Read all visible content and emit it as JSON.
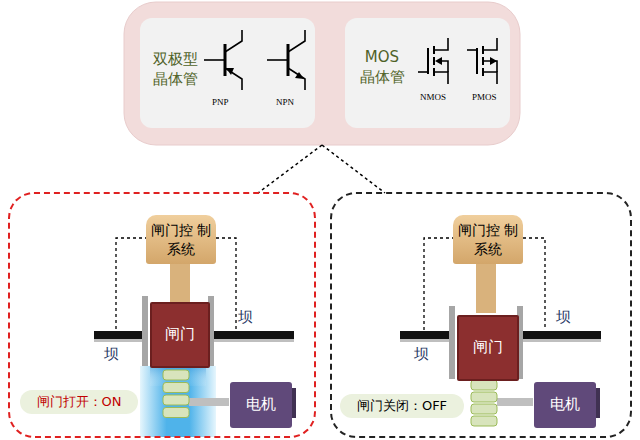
{
  "diagram": {
    "nodes": [
      {
        "text": []
      },
      {
        "text": [
          "双极型 晶体管"
        ],
        "in": 0
      },
      {
        "text": [
          "MOS 晶体管"
        ],
        "in": 0
      },
      {
        "text": []
      },
      {
        "text": [
          "闸门控 制系统"
        ],
        "in": 3
      },
      {
        "text": [
          "闸门"
        ],
        "in": 3
      },
      {
        "text": [
          "电机"
        ],
        "in": 3
      },
      {
        "text": [
          "闸门打开：ON"
        ],
        "in": 3
      },
      {
        "text": []
      },
      {
        "text": [
          "闸门控 制系统"
        ],
        "in": 8
      },
      {
        "text": [
          "闸门"
        ],
        "in": 8
      },
      {
        "text": [
          "电机"
        ],
        "in": 8
      },
      {
        "text": [
          "闸门关闭：OFF"
        ],
        "in": 8
      }
    ],
    "edges": [
      {
        "from": 0,
        "to": 3,
        "arrow": "none"
      },
      {
        "from": 0,
        "to": 8,
        "arrow": "none"
      }
    ],
    "labels": [
      "PNP",
      "NPN",
      "NMOS",
      "PMOS",
      "坝",
      "坝",
      "坝",
      "坝"
    ]
  }
}
